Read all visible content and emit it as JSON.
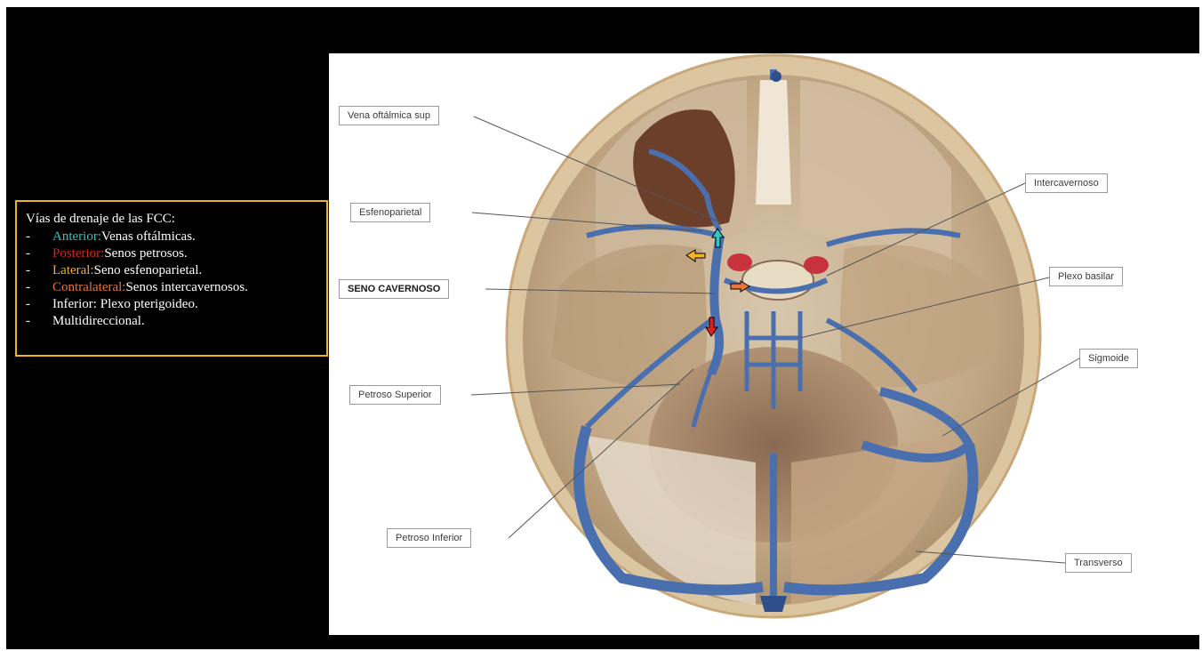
{
  "legend": {
    "title": "Vías de drenaje de las FCC:",
    "items": [
      {
        "dash": "-",
        "label": "Anterior:",
        "label_color": "#2fc7c2",
        "text": " Venas oftálmicas."
      },
      {
        "dash": "-",
        "label": "Posterior:",
        "label_color": "#e02020",
        "text": " Senos petrosos."
      },
      {
        "dash": "-",
        "label": "Lateral:",
        "label_color": "#f0b323",
        "text": " Seno esfenoparietal."
      },
      {
        "dash": "-",
        "label": "Contralateral:",
        "label_color": "#e8743b",
        "text": " Senos intercavernosos."
      },
      {
        "dash": "-",
        "label": "",
        "label_color": "#ffffff",
        "text": "Inferior: Plexo pterigoideo."
      },
      {
        "dash": "-",
        "label": "",
        "label_color": "#ffffff",
        "text": "Multidireccional."
      }
    ]
  },
  "callouts": {
    "vena_oftalmica_sup": "Vena oftálmica sup",
    "esfenoparietal": "Esfenoparietal",
    "seno_cavernoso": "SENO CAVERNOSO",
    "petroso_superior": "Petroso Superior",
    "petroso_inferior": "Petroso Inferior",
    "intercavernoso": "Intercavernoso",
    "plexo_basilar": "Plexo basilar",
    "sigmoide": "Sigmoide",
    "transverso": "Transverso"
  },
  "arrows": [
    {
      "direction": "up",
      "color": "#2fc7c2"
    },
    {
      "direction": "left",
      "color": "#f0b323"
    },
    {
      "direction": "right",
      "color": "#e8743b"
    },
    {
      "direction": "down",
      "color": "#e02020"
    }
  ],
  "colors": {
    "background": "#000000",
    "legend_border": "#f0b323",
    "bone": "#d9c4a3",
    "sinus": "#4a6fae"
  }
}
